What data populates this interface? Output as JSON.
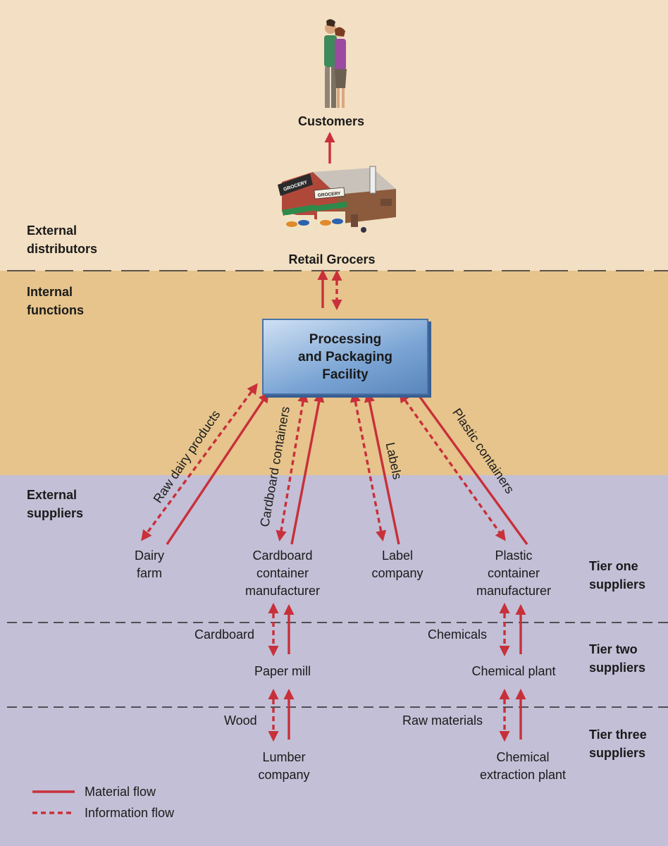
{
  "colors": {
    "flow": "#c8303a",
    "top_band": "#f3dfc3",
    "mid_band": "#e6c48c",
    "bottom_band": "#c3bfd6"
  },
  "nodes": {
    "customers": "Customers",
    "retail_grocers": "Retail Grocers",
    "facility": [
      "Processing",
      "and Packaging",
      "Facility"
    ],
    "dairy_farm": [
      "Dairy",
      "farm"
    ],
    "cardboard_mfr": [
      "Cardboard",
      "container",
      "manufacturer"
    ],
    "label_company": [
      "Label",
      "company"
    ],
    "plastic_mfr": [
      "Plastic",
      "container",
      "manufacturer"
    ],
    "paper_mill": "Paper mill",
    "chemical_plant": "Chemical plant",
    "lumber_company": [
      "Lumber",
      "company"
    ],
    "chemical_extraction": [
      "Chemical",
      "extraction plant"
    ]
  },
  "flow_labels": {
    "raw_dairy": "Raw dairy products",
    "cardboard_containers": "Cardboard containers",
    "labels": "Labels",
    "plastic_containers": "Plastic containers",
    "cardboard": "Cardboard",
    "chemicals": "Chemicals",
    "wood": "Wood",
    "raw_materials": "Raw materials"
  },
  "zones": {
    "external_distributors": [
      "External",
      "distributors"
    ],
    "internal_functions": [
      "Internal",
      "functions"
    ],
    "external_suppliers": [
      "External",
      "suppliers"
    ]
  },
  "tiers": {
    "tier_one": [
      "Tier one",
      "suppliers"
    ],
    "tier_two": [
      "Tier two",
      "suppliers"
    ],
    "tier_three": [
      "Tier three",
      "suppliers"
    ]
  },
  "store_signs": [
    "GROCERY",
    "GROCERY"
  ],
  "legend": {
    "material": "Material flow",
    "information": "Information flow"
  }
}
